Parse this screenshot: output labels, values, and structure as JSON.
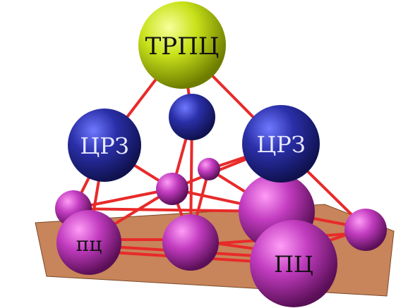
{
  "nodes": {
    "top": {
      "label": "ТРПЦ",
      "color": "#c8e21a"
    },
    "mid_left": {
      "label": "ЦРЗ",
      "color": "#2a2fa8"
    },
    "mid_right": {
      "label": "ЦРЗ",
      "color": "#2a2fa8"
    },
    "mid_center": {
      "label": "",
      "color": "#2a2fa8"
    },
    "base_left": {
      "label": "пц",
      "color": "#c23cc0"
    },
    "base_right_large": {
      "label": "ПЦ",
      "color": "#c23cc0"
    }
  },
  "colors": {
    "platform": "#c8845a",
    "links": "#e82a2a",
    "label_light": "#e8e8ff",
    "label_dark": "#111111"
  }
}
